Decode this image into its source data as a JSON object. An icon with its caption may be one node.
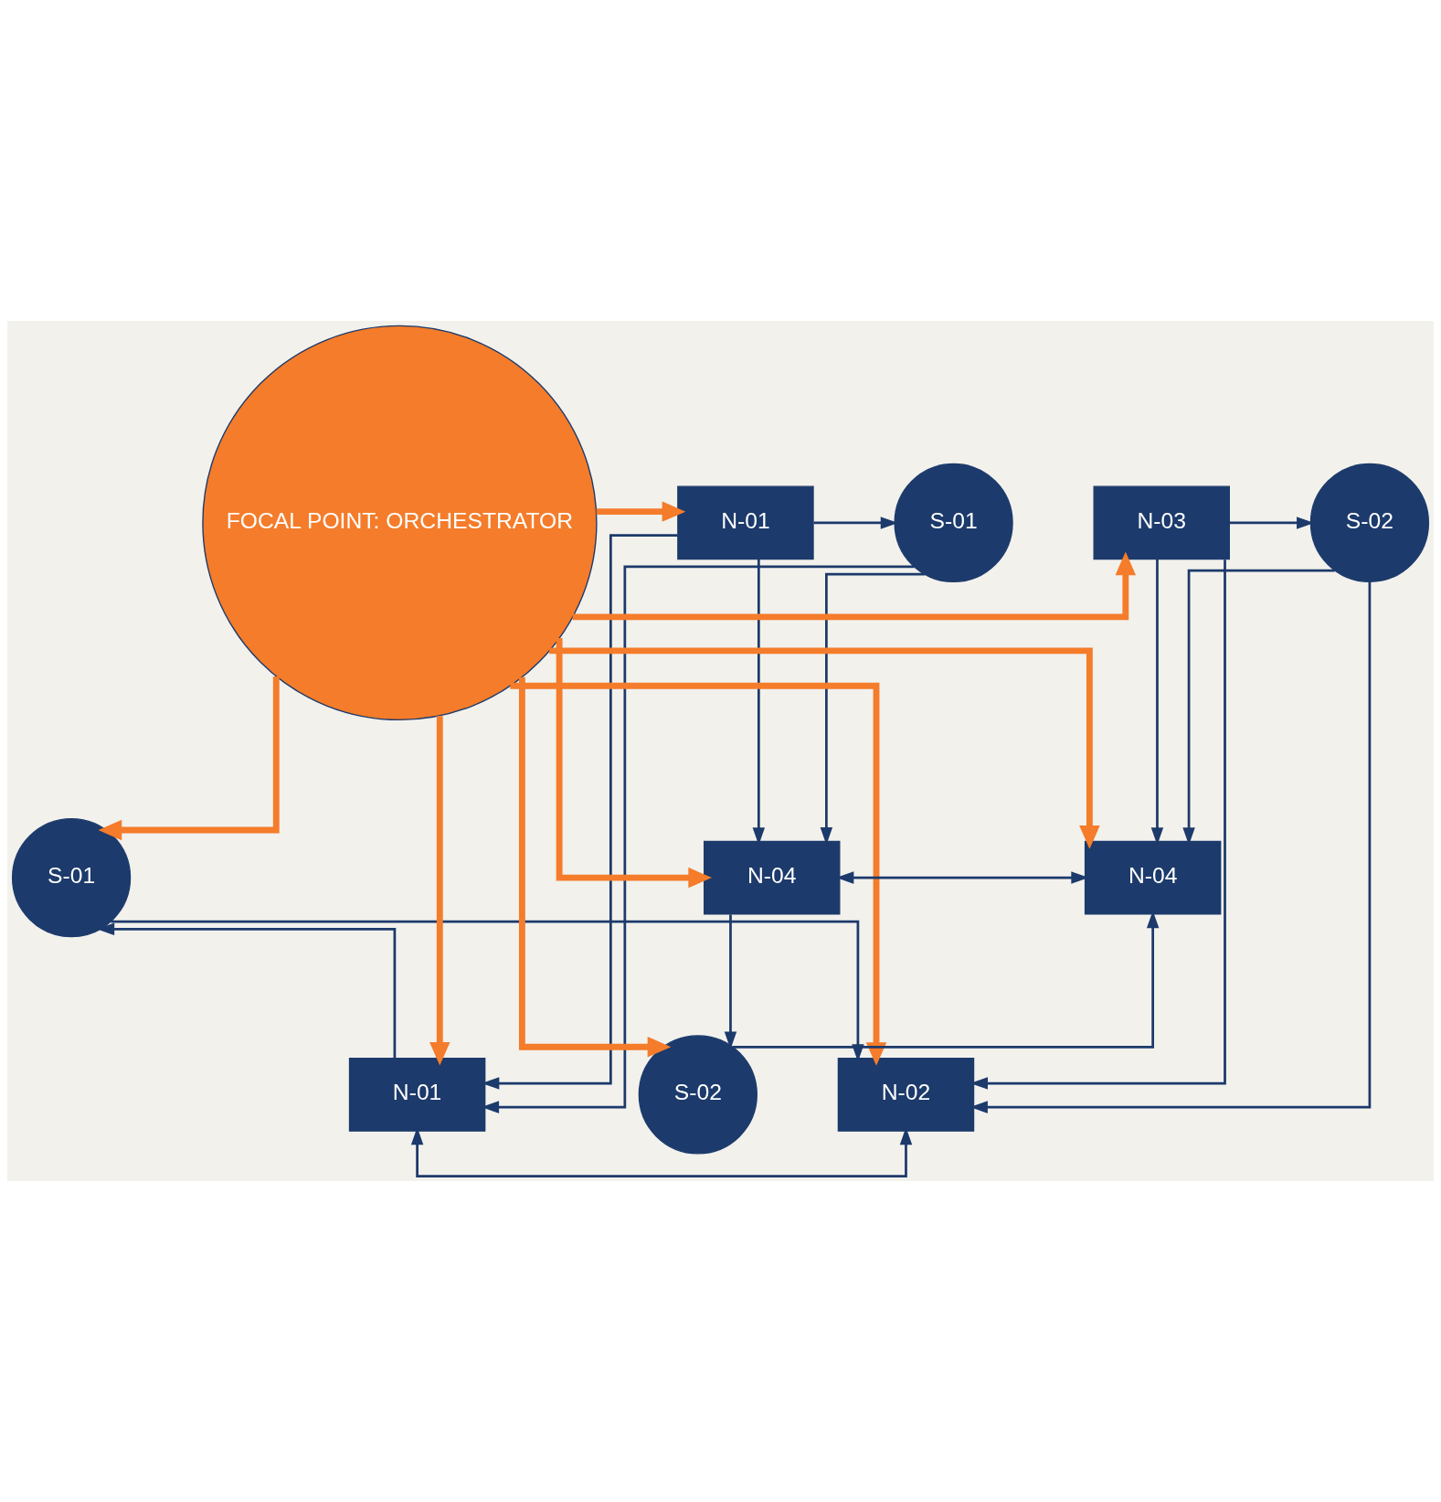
{
  "diagram": {
    "nodes": [
      {
        "text": [
          "S-01"
        ]
      },
      {
        "text": [
          "N-01"
        ]
      },
      {
        "text": [
          "N-02"
        ]
      },
      {
        "text": [
          "S-01"
        ]
      },
      {
        "text": [
          "N-01"
        ]
      },
      {
        "text": [
          "FOCAL POINT: ORCHESTRATOR"
        ]
      },
      {
        "text": [
          "N-03"
        ]
      },
      {
        "text": [
          "S-02"
        ]
      },
      {
        "text": [
          "N-04"
        ]
      },
      {
        "text": [
          "N-04"
        ]
      },
      {
        "text": [
          "S-02"
        ]
      }
    ],
    "edges": [
      {
        "from": 1,
        "to": 0,
        "arrow": "to"
      },
      {
        "from": 0,
        "to": 2,
        "arrow": "to"
      },
      {
        "from": 1,
        "to": 2,
        "arrow": "both"
      },
      {
        "from": 3,
        "to": 1,
        "arrow": "to"
      },
      {
        "from": 7,
        "to": 2,
        "arrow": "to"
      },
      {
        "from": 4,
        "to": 3,
        "arrow": "to"
      },
      {
        "from": 4,
        "to": 1,
        "arrow": "to"
      },
      {
        "from": 4,
        "to": 8,
        "arrow": "to"
      },
      {
        "from": 6,
        "to": 2,
        "arrow": "to"
      },
      {
        "from": 6,
        "to": 7,
        "arrow": "to"
      },
      {
        "from": 6,
        "to": 9,
        "arrow": "to"
      },
      {
        "from": 3,
        "to": 8,
        "arrow": "to"
      },
      {
        "from": 7,
        "to": 9,
        "arrow": "to"
      },
      {
        "from": 8,
        "to": 9,
        "arrow": "both"
      },
      {
        "from": 8,
        "to": 10,
        "arrow": "to"
      },
      {
        "from": 10,
        "to": 9,
        "arrow": "to"
      },
      {
        "from": 5,
        "to": 0,
        "arrow": "to",
        "style": "thick",
        "color": "#f47c2a"
      },
      {
        "from": 5,
        "to": 1,
        "arrow": "to",
        "style": "thick",
        "color": "#f47c2a"
      },
      {
        "from": 5,
        "to": 2,
        "arrow": "to",
        "style": "thick",
        "color": "#f47c2a"
      },
      {
        "from": 5,
        "to": 4,
        "arrow": "to",
        "style": "thick",
        "color": "#f47c2a"
      },
      {
        "from": 5,
        "to": 6,
        "arrow": "to",
        "style": "thick",
        "color": "#f47c2a"
      },
      {
        "from": 5,
        "to": 8,
        "arrow": "to",
        "style": "thick",
        "color": "#f47c2a"
      },
      {
        "from": 5,
        "to": 9,
        "arrow": "to",
        "style": "thick",
        "color": "#f47c2a"
      },
      {
        "from": 5,
        "to": 10,
        "arrow": "to",
        "style": "thick",
        "color": "#f47c2a"
      }
    ]
  }
}
